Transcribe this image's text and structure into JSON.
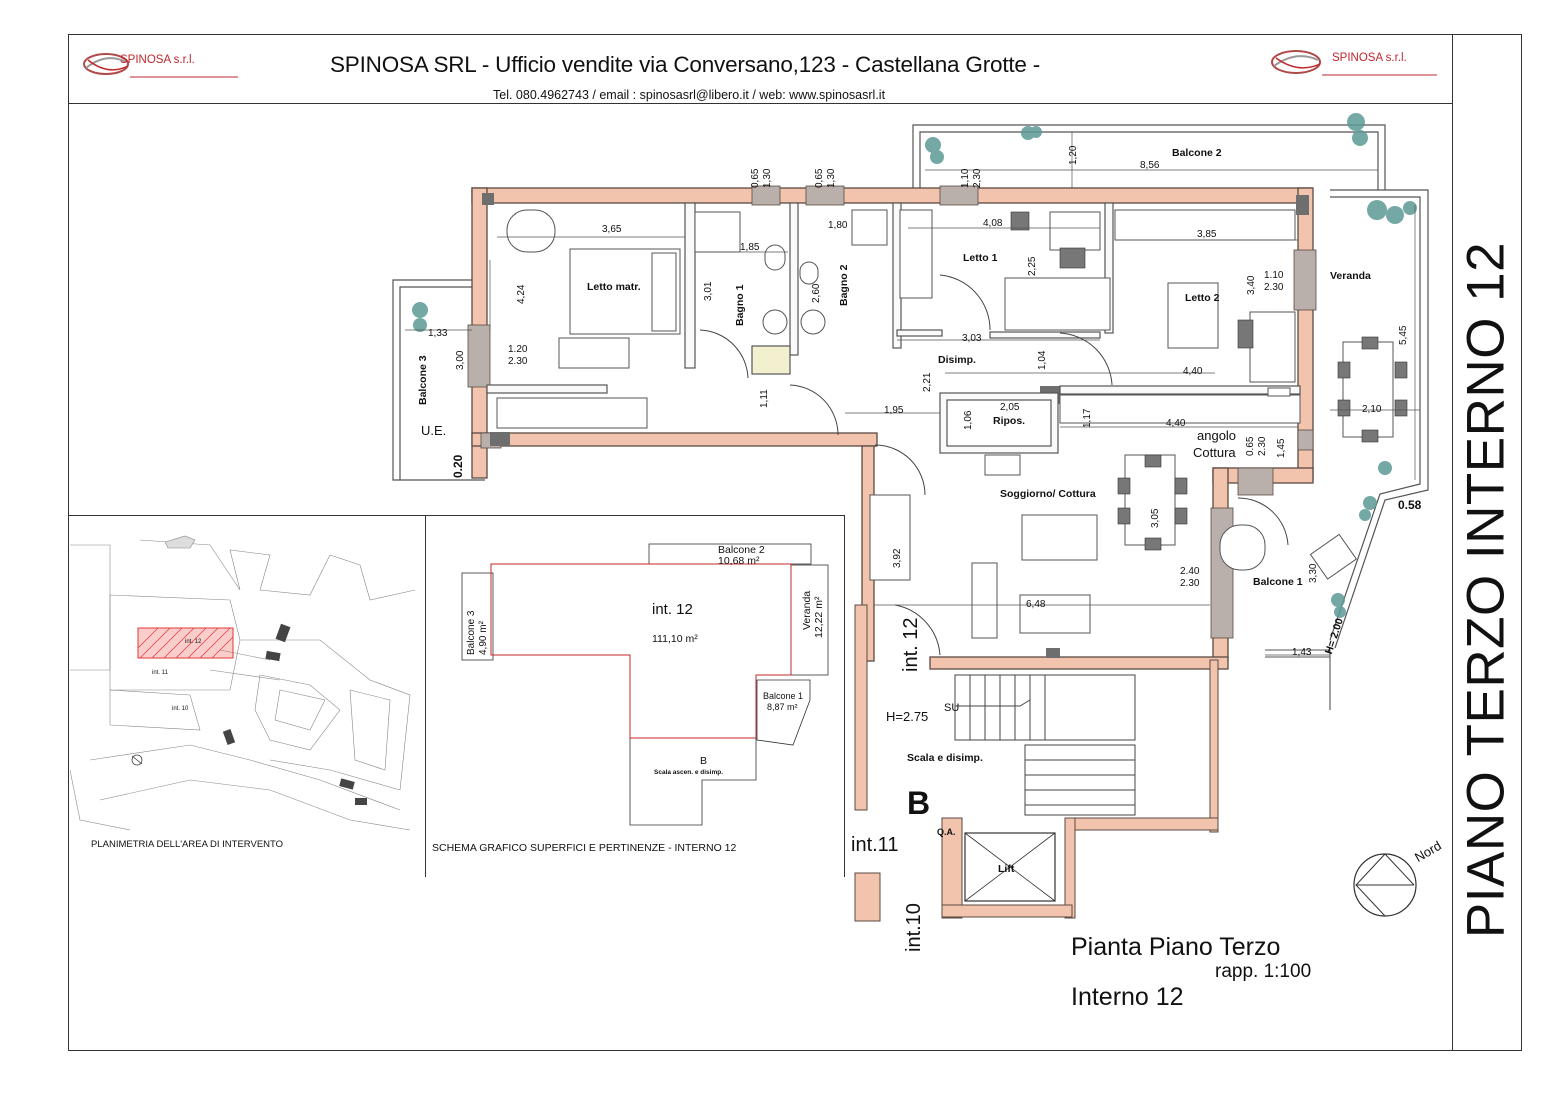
{
  "header": {
    "title": "SPINOSA SRL - Ufficio vendite via Conversano,123 - Castellana Grotte -",
    "contact": "Tel. 080.4962743  /  email : spinosasrl@libero.it  / web: www.spinosasrl.it",
    "logo_left_text": "SPINOSA s.r.l.",
    "logo_right_text": "SPINOSA s.r.l."
  },
  "side_title": "PIANO TERZO INTERNO 12",
  "rooms": {
    "letto_matr": "Letto matr.",
    "bagno1": "Bagno 1",
    "bagno2": "Bagno 2",
    "letto1": "Letto 1",
    "letto2": "Letto 2",
    "veranda": "Veranda",
    "disimp": "Disimp.",
    "ripos": "Ripos.",
    "angolo": "angolo",
    "cottura": "Cottura",
    "soggiorno": "Soggiorno/ Cottura",
    "balcone1": "Balcone 1",
    "balcone2": "Balcone 2",
    "balcone3": "Balcone 3",
    "ue": "U.E.",
    "scala": "Scala e disimp.",
    "lift": "Lift",
    "qa": "Q.A.",
    "su": "SU",
    "h275": "H=2.75",
    "h200": "H= 2.00"
  },
  "dimensions": {
    "d_065a": "0,65",
    "d_130a": "1,30",
    "d_065b": "0,65",
    "d_130b": "1,30",
    "d_110": "1,10",
    "d_230a": "2,30",
    "d_120": "1,20",
    "d_856": "8,56",
    "d_365": "3,65",
    "d_185": "1,85",
    "d_180": "1,80",
    "d_408": "4,08",
    "d_385": "3,85",
    "d_424": "4,24",
    "d_301": "3,01",
    "d_260": "2,60",
    "d_225": "2,25",
    "d_340": "3,40",
    "d_110b": "1.10",
    "d_230b": "2.30",
    "d_545": "5,45",
    "d_133": "1,33",
    "d_300": "3,00",
    "d_120b": "1.20",
    "d_230c": "2.30",
    "d_303": "3,03",
    "d_104": "1,04",
    "d_440a": "4,40",
    "d_221": "2,21",
    "d_195": "1,95",
    "d_205": "2,05",
    "d_106": "1,06",
    "d_440b": "4,40",
    "d_117": "1,17",
    "d_111": "1,11",
    "d_210": "2,10",
    "d_065c": "0.65",
    "d_230d": "2.30",
    "d_145": "1,45",
    "d_020": "0.20",
    "d_058": "0.58",
    "d_392": "3,92",
    "d_305": "3,05",
    "d_240": "2.40",
    "d_230e": "2.30",
    "d_330": "3,30",
    "d_648": "6,48",
    "d_143": "1,43"
  },
  "unit_labels": {
    "int12_vertical": "int. 12",
    "int11": "int.11",
    "int10_vertical": "int.10",
    "block_B": "B"
  },
  "inset_left": {
    "caption": "PLANIMETRIA DELL'AREA DI INTERVENTO",
    "int12": "int. 12",
    "int11": "int. 11",
    "int10": "int. 10"
  },
  "inset_right": {
    "caption": "SCHEMA GRAFICO SUPERFICI E PERTINENZE - INTERNO 12",
    "balcone2": "Balcone 2",
    "balcone2_area": "10,68 m²",
    "int12": "int. 12",
    "int12_area": "111,10 m²",
    "balcone3": "Balcone 3",
    "balcone3_area": "4,90 m²",
    "veranda": "Veranda",
    "veranda_area": "12,22 m²",
    "balcone1": "Balcone 1",
    "balcone1_area": "8,87 m²",
    "b_label": "B",
    "b_sub": "Scala ascen. e disimp."
  },
  "footer": {
    "title": "Pianta Piano Terzo",
    "scale": "rapp. 1:100",
    "unit": "Interno 12"
  },
  "north_label": "Nord",
  "colors": {
    "wall": "#f2c4ad",
    "wall_stroke": "#5a4a42",
    "plant": "#5c9a96",
    "hatch": "#e53935",
    "logo_red": "#c0272d"
  }
}
